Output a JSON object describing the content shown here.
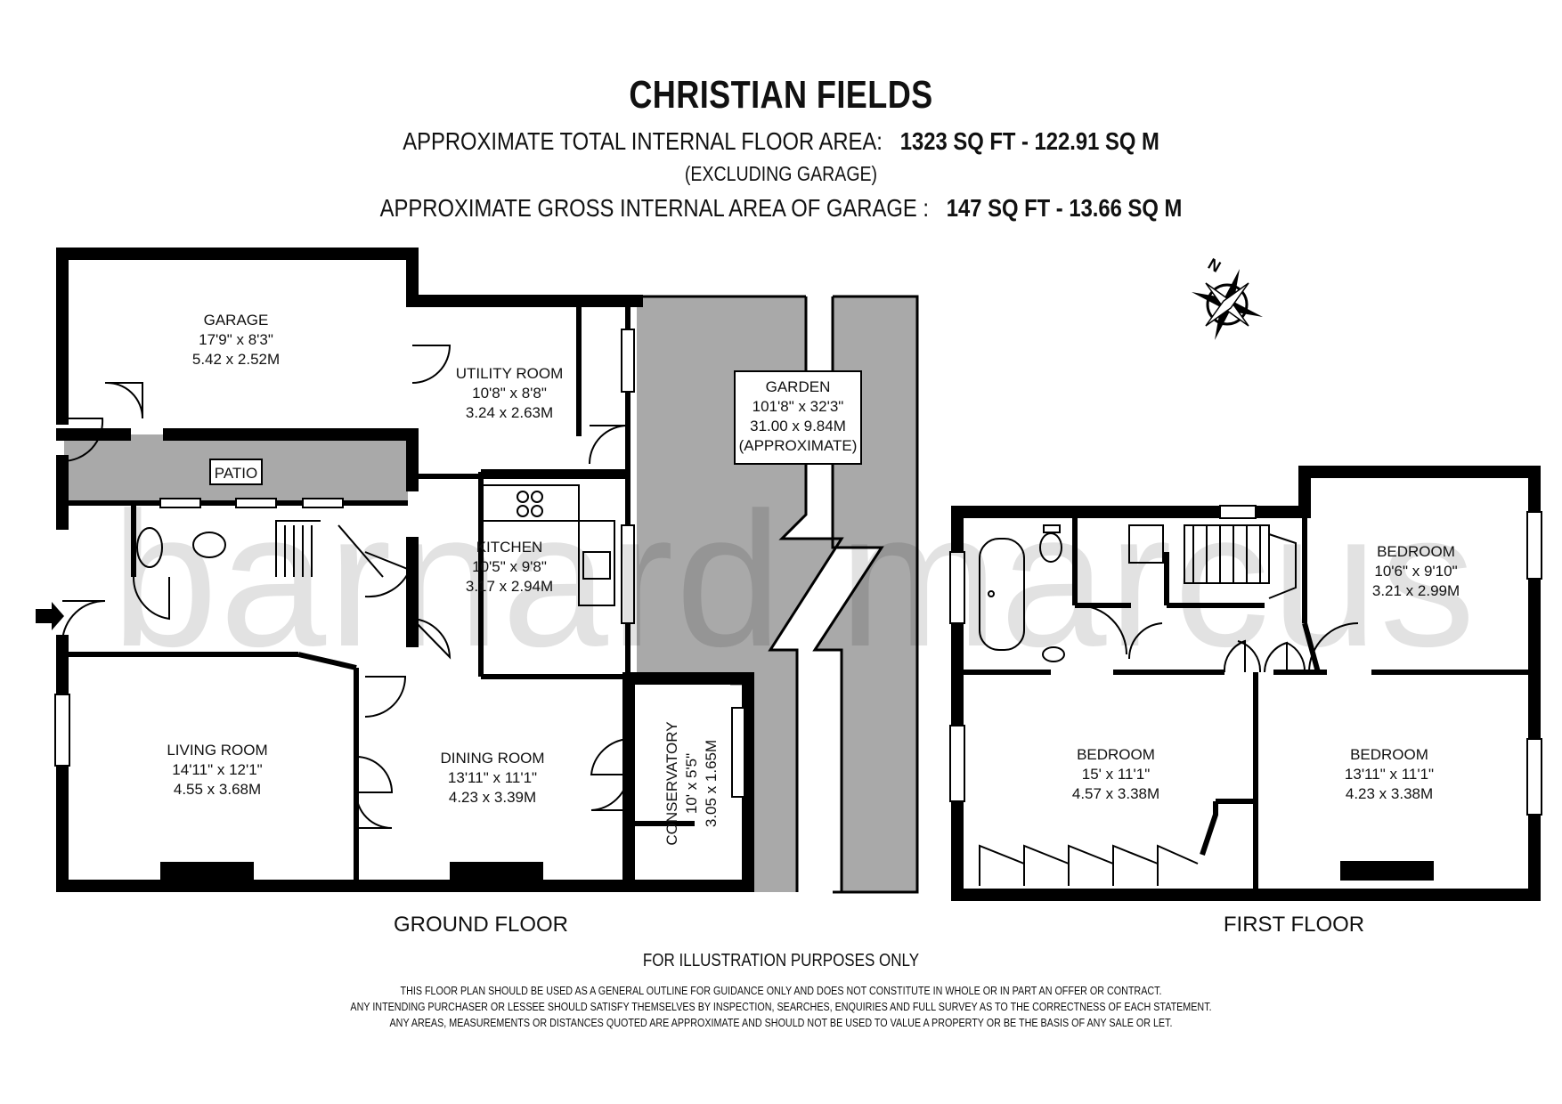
{
  "header": {
    "title": "CHRISTIAN FIELDS",
    "internal_area_label": "APPROXIMATE TOTAL INTERNAL FLOOR AREA:",
    "internal_area_value": "1323 SQ FT  -  122.91 SQ M",
    "excluding_note": "(EXCLUDING GARAGE)",
    "garage_area_label": "APPROXIMATE GROSS INTERNAL AREA OF GARAGE :",
    "garage_area_value": "147 SQ FT  -  13.66 SQ M"
  },
  "watermark": "barnard marcus",
  "compass": {
    "label": "N",
    "icon": "compass-rose-icon"
  },
  "ground_floor": {
    "label": "GROUND FLOOR",
    "garage": {
      "name": "GARAGE",
      "imperial": "17'9\" x 8'3\"",
      "metric": "5.42 x 2.52M"
    },
    "utility": {
      "name": "UTILITY ROOM",
      "imperial": "10'8\" x 8'8\"",
      "metric": "3.24 x 2.63M"
    },
    "patio": {
      "name": "PATIO"
    },
    "kitchen": {
      "name": "KITCHEN",
      "imperial": "10'5\" x 9'8\"",
      "metric": "3.17 x 2.94M"
    },
    "living": {
      "name": "LIVING ROOM",
      "imperial": "14'11\" x 12'1\"",
      "metric": "4.55 x 3.68M"
    },
    "dining": {
      "name": "DINING ROOM",
      "imperial": "13'11\" x 11'1\"",
      "metric": "4.23 x 3.39M"
    },
    "conservatory": {
      "name": "CONSERVATORY",
      "imperial": "10' x 5'5\"",
      "metric": "3.05 x 1.65M"
    },
    "garden": {
      "name": "GARDEN",
      "imperial": "101'8\" x 32'3\"",
      "metric": "31.00 x 9.84M",
      "note": "(APPROXIMATE)"
    }
  },
  "first_floor": {
    "label": "FIRST FLOOR",
    "bedroom_top_right": {
      "name": "BEDROOM",
      "imperial": "10'6\" x 9'10\"",
      "metric": "3.21 x 2.99M"
    },
    "bedroom_left": {
      "name": "BEDROOM",
      "imperial": "15' x 11'1\"",
      "metric": "4.57 x 3.38M"
    },
    "bedroom_right": {
      "name": "BEDROOM",
      "imperial": "13'11\" x 11'1\"",
      "metric": "4.23 x 3.38M"
    }
  },
  "footer": {
    "illustration_note": "FOR ILLUSTRATION PURPOSES ONLY",
    "disclaimer_1": "THIS FLOOR PLAN SHOULD BE USED AS A GENERAL OUTLINE FOR GUIDANCE ONLY AND DOES NOT CONSTITUTE IN WHOLE OR IN PART AN OFFER OR CONTRACT.",
    "disclaimer_2": "ANY INTENDING PURCHASER OR LESSEE SHOULD SATISFY THEMSELVES BY INSPECTION, SEARCHES, ENQUIRIES AND FULL SURVEY AS TO THE CORRECTNESS OF EACH STATEMENT.",
    "disclaimer_3": "ANY AREAS, MEASUREMENTS OR DISTANCES QUOTED ARE APPROXIMATE AND SHOULD NOT BE USED TO VALUE A PROPERTY OR BE THE BASIS OF ANY SALE OR LET."
  }
}
